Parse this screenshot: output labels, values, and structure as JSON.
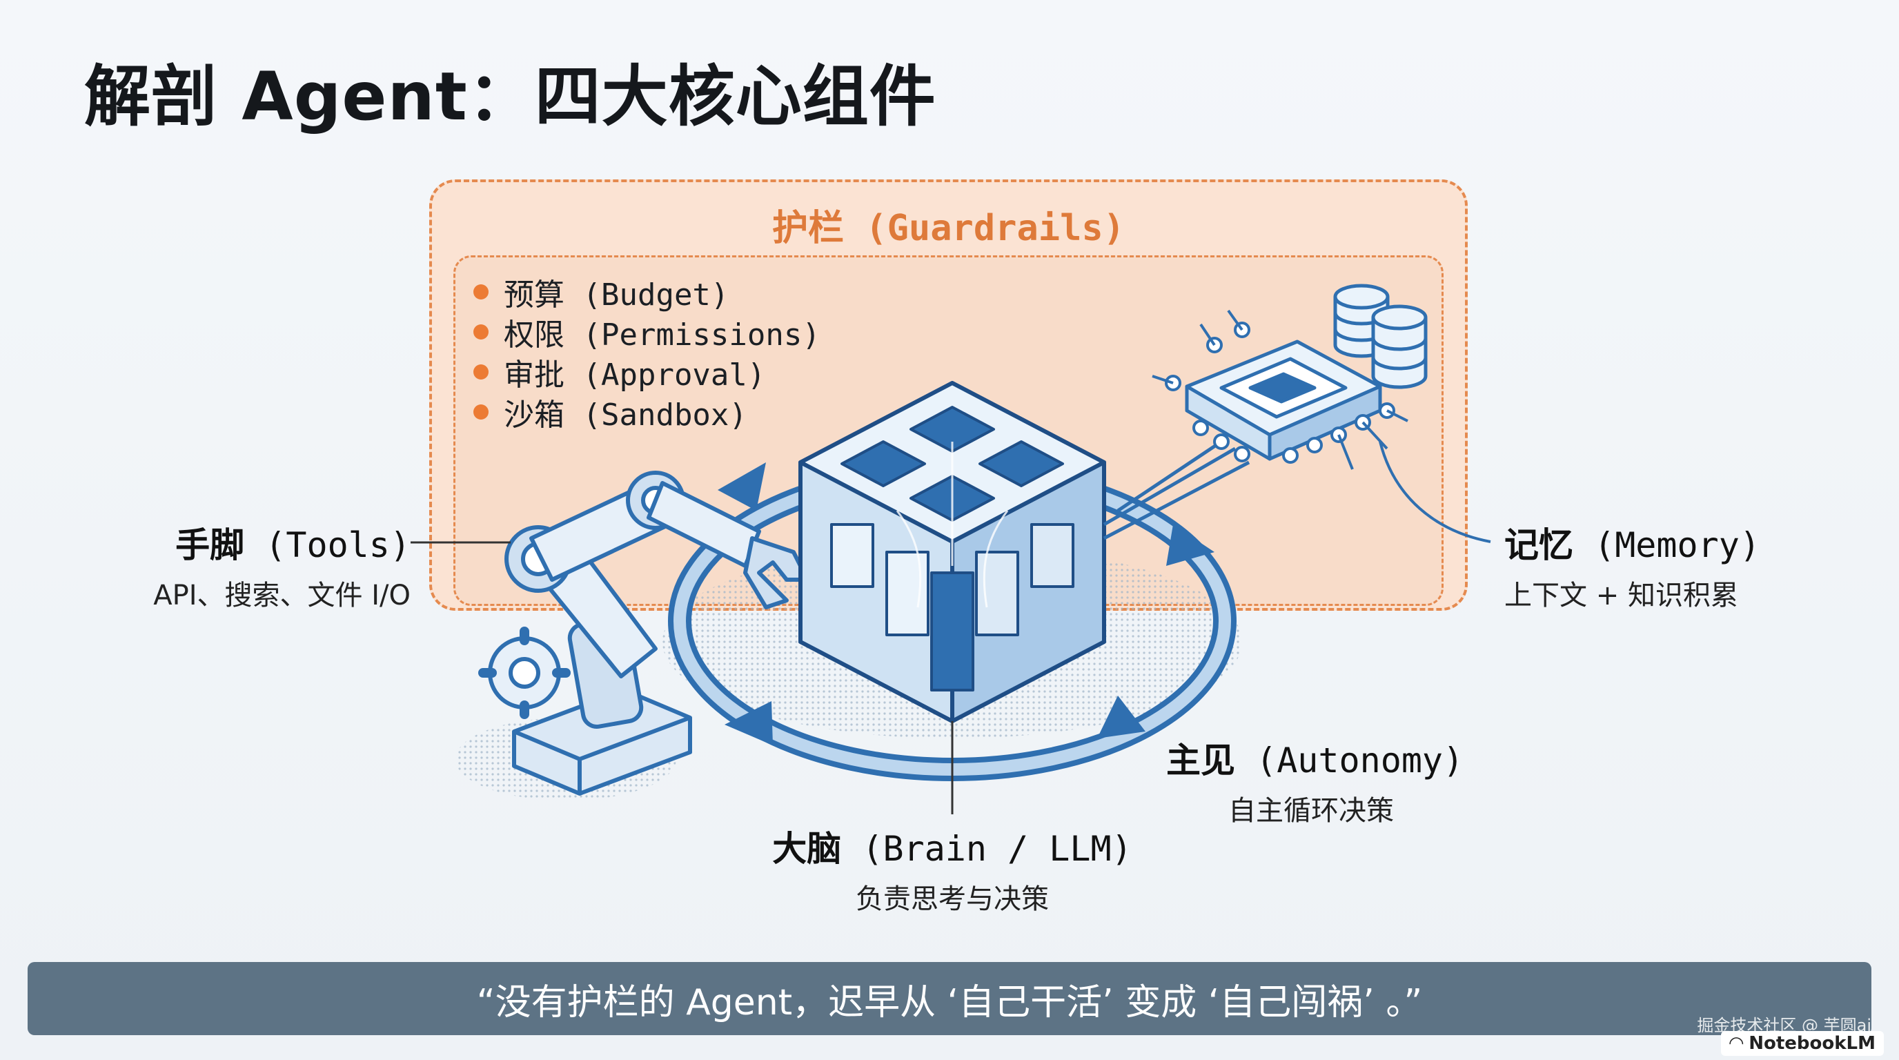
{
  "title": "解剖 Agent：四大核心组件",
  "guardrails": {
    "title": "护栏 (Guardrails)",
    "items": [
      "预算 (Budget)",
      "权限 (Permissions)",
      "审批 (Approval)",
      "沙箱 (Sandbox)"
    ]
  },
  "tools": {
    "name": "手脚",
    "en": " (Tools)",
    "desc": "API、搜索、文件 I/O"
  },
  "memory": {
    "name": "记忆",
    "en": " (Memory)",
    "desc": "上下文 + 知识积累"
  },
  "autonomy": {
    "name": "主见",
    "en": " (Autonomy)",
    "desc": "自主循环决策"
  },
  "brain": {
    "name": "大脑",
    "en": " (Brain / LLM)",
    "desc": "负责思考与决策"
  },
  "quote": "“没有护栏的 Agent，迟早从 ‘自己干活’ 变成 ‘自己闯祸’ 。”",
  "credit": "掘金技术社区 @ 芋圆ai",
  "badge": "NotebookLM",
  "colors": {
    "accent": "#ec7b34",
    "primary_blue": "#2f6fb0",
    "quote_bar": "#5d7385"
  }
}
